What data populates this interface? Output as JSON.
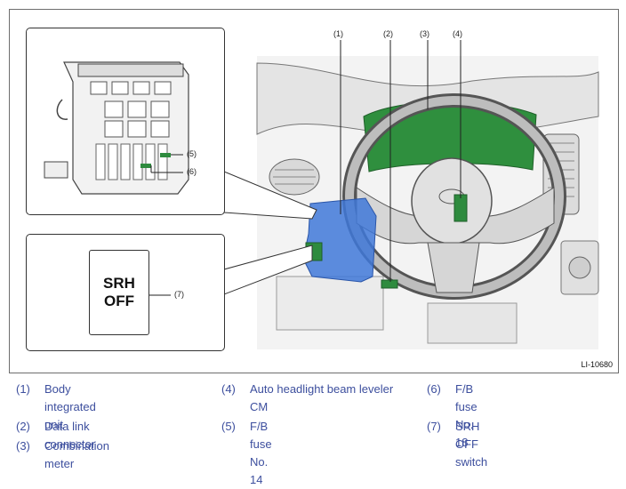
{
  "figure_id": "LI-10680",
  "callouts": {
    "c1": "(1)",
    "c2": "(2)",
    "c3": "(3)",
    "c4": "(4)",
    "c5": "(5)",
    "c6": "(6)",
    "c7": "(7)"
  },
  "switch": {
    "line1": "SRH",
    "line2": "OFF"
  },
  "colors": {
    "body_unit": "#3f78d8",
    "highlight_green": "#2e8b3e",
    "legend_text": "#3d4f9e"
  },
  "legend": [
    {
      "num": "(1)",
      "text": "Body integrated unit"
    },
    {
      "num": "(2)",
      "text": "Data link connector"
    },
    {
      "num": "(3)",
      "text": "Combination meter"
    },
    {
      "num": "(4)",
      "text": "Auto headlight beam leveler CM"
    },
    {
      "num": "(5)",
      "text": "F/B fuse No. 14"
    },
    {
      "num": "(6)",
      "text": "F/B fuse No. 18"
    },
    {
      "num": "(7)",
      "text": "SRH OFF switch"
    }
  ]
}
